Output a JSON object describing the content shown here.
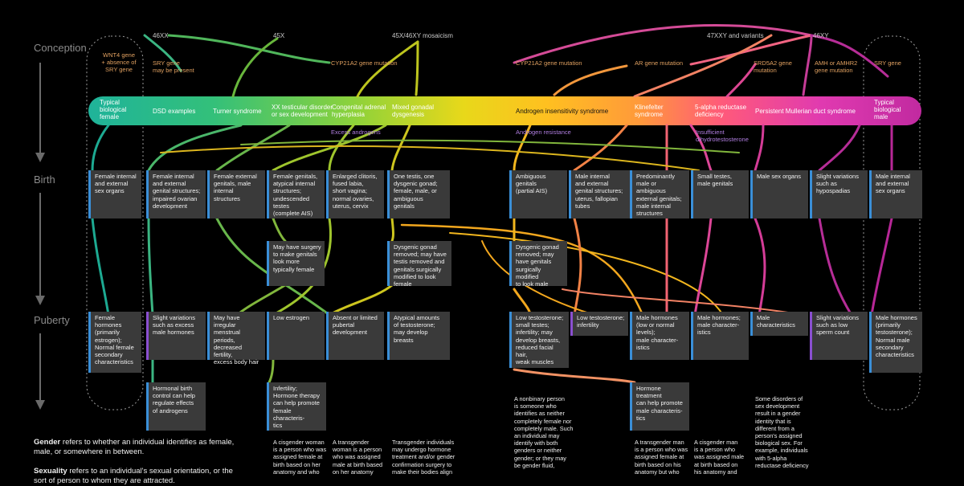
{
  "stages": [
    "Conception",
    "Birth",
    "Puberty"
  ],
  "top_labels": [
    "46XX",
    "45X",
    "45X/46XY mosaicism",
    "47XXY and variants",
    "46XY"
  ],
  "genes": [
    "WNT4 gene\n+ absence of\nSRY gene",
    "SRY gene\nmay be present",
    "CYP21A2 gene mutation",
    "CYP21A2 gene mutation",
    "AR gene mutation",
    "SRD5A2 gene\nmutation",
    "AMH or AMHR2\ngene mutation",
    "SRY gene"
  ],
  "band": [
    "Typical\nbiological\nfemale",
    "DSD examples",
    "Turner syndrome",
    "XX testicular disorder\nor sex development",
    "Congenital adrenal\nhyperplasia",
    "Mixed gonadal\ndysgenesis",
    "Androgen insensitivity syndrome",
    "Klinefelter\nsyndrome",
    "5-alpha reductase\ndeficiency",
    "Persistent Mullerian duct syndrome",
    "Typical\nbiological\nmale"
  ],
  "sub_labels": [
    "Excess androgens",
    "Androgen resistance",
    "Insufficient\ndihydrotestosterone"
  ],
  "birth_boxes": [
    "Female internal\nand external\nsex organs",
    "Female internal\nand external\ngenital structures;\nimpaired ovarian\ndevelopment",
    "Female external\ngenitals, male\ninternal\nstructures",
    "Female genitals,\natypical internal\nstructures;\nundescended testes\n(complete AIS)",
    "Enlarged clitoris,\nfused labia,\nshort vagina;\nnormal ovaries,\nuterus, cervix",
    "One testis, one\ndysgenic gonad;\nfemale, male, or\nambiguous\ngenitals",
    "Ambiguous\ngenitals\n(partial AIS)",
    "Male internal\nand external\ngenital structures;\nuterus, fallopian\ntubes",
    "Predominantly\nmale or ambiguous\nexternal genitals;\nmale internal\nstructures",
    "Small testes,\nmale genitals",
    "Male sex organs",
    "Slight variations\nsuch as\nhypospadias",
    "Male internal\nand external\nsex organs"
  ],
  "surgery_boxes": [
    "May have surgery\nto make genitals\nlook more\ntypically female",
    "Dysgenic gonad\nremoved; may have\ntestis removed and\ngenitals surgically\nmodified to look female",
    "Dysgenic gonad\nremoved; may\nhave genitals\nsurgically modified\nto look male"
  ],
  "puberty_boxes": [
    "Female\nhormones\n(primarily\nestrogen);\nNormal female\nsecondary\ncharacteristics",
    "Slight variations\nsuch as excess\nmale hormones",
    "May have\nirregular\nmenstrual periods,\ndecreased fertility,\nexcess body hair",
    "Low estrogen",
    "Absent or limited\npubertal\ndevelopment",
    "Atypical amounts\nof testosterone;\nmay develop\nbreasts",
    "Low testosterone;\nsmall testes;\ninfertility; may\ndevelop breasts,\nreduced facial hair,\nweak muscles",
    "Low testosterone;\ninfertility",
    "Male hormones\n(low or normal\nlevels);\nmale character-\nistics",
    "Male hormones;\nmale character-\nistics",
    "Male\ncharacteristics",
    "Slight variations\nsuch as low\nsperm count",
    "Male hormones\n(primarily\ntestosterone);\nNormal male\nsecondary\ncharacteristics"
  ],
  "later_boxes": [
    "Hormonal birth\ncontrol can help\nregulate effects\nof androgens",
    "Infertility;\nHormone therapy\ncan help promote\nfemale characteris-\ntics",
    "Hormone\ntreatment\ncan help promote\nmale characteris-\ntics"
  ],
  "notes": [
    "A cisgender woman\nis a person who was\nassigned female at\nbirth based on her\nanatomy and who",
    "A transgender\nwoman is a person\nwho was assigned\nmale at birth based\non her anatomy",
    "Transgender individuals\nmay undergo hormone\ntreatment and/or gender\nconfirmation surgery to\nmake their bodies align",
    "A nonbinary person\nis someone who\nidentifies as neither\ncompletely female nor\ncompletely male. Such\nan individual may\nidentify with both\ngenders or neither\ngender; or they may\nbe gender fluid,",
    "A transgender man\nis a person who was\nassigned female at\nbirth based on his\nanatomy but who",
    "A cisgender man\nis a person who\nwas assigned male\nat birth based on\nhis anatomy and",
    "Some disorders of\nsex development\nresult in a gender\nidentity that is\ndifferent from a\nperson's assigned\nbiological sex. For\nexample, individuals\nwith 5-alpha\nreductase deficiency"
  ],
  "legend": {
    "gender_term": "Gender",
    "gender_text": " refers to whether an individual identifies as female, male, or somewhere in between.",
    "sexuality_term": "Sexuality",
    "sexuality_text": " refers to an individual's sexual orientation, or the sort of person to whom they are attracted."
  },
  "colors": {
    "band_gradient": [
      "#1fb39a",
      "#33c07a",
      "#8ed23a",
      "#e8d81a",
      "#ffb020",
      "#ff8a4a",
      "#ff5a8a",
      "#e03ab0",
      "#c12aa0"
    ],
    "box_bar": "#3a8fd8",
    "box_bar_purple": "#8a4fd0",
    "gene_label": "#e0a060"
  }
}
